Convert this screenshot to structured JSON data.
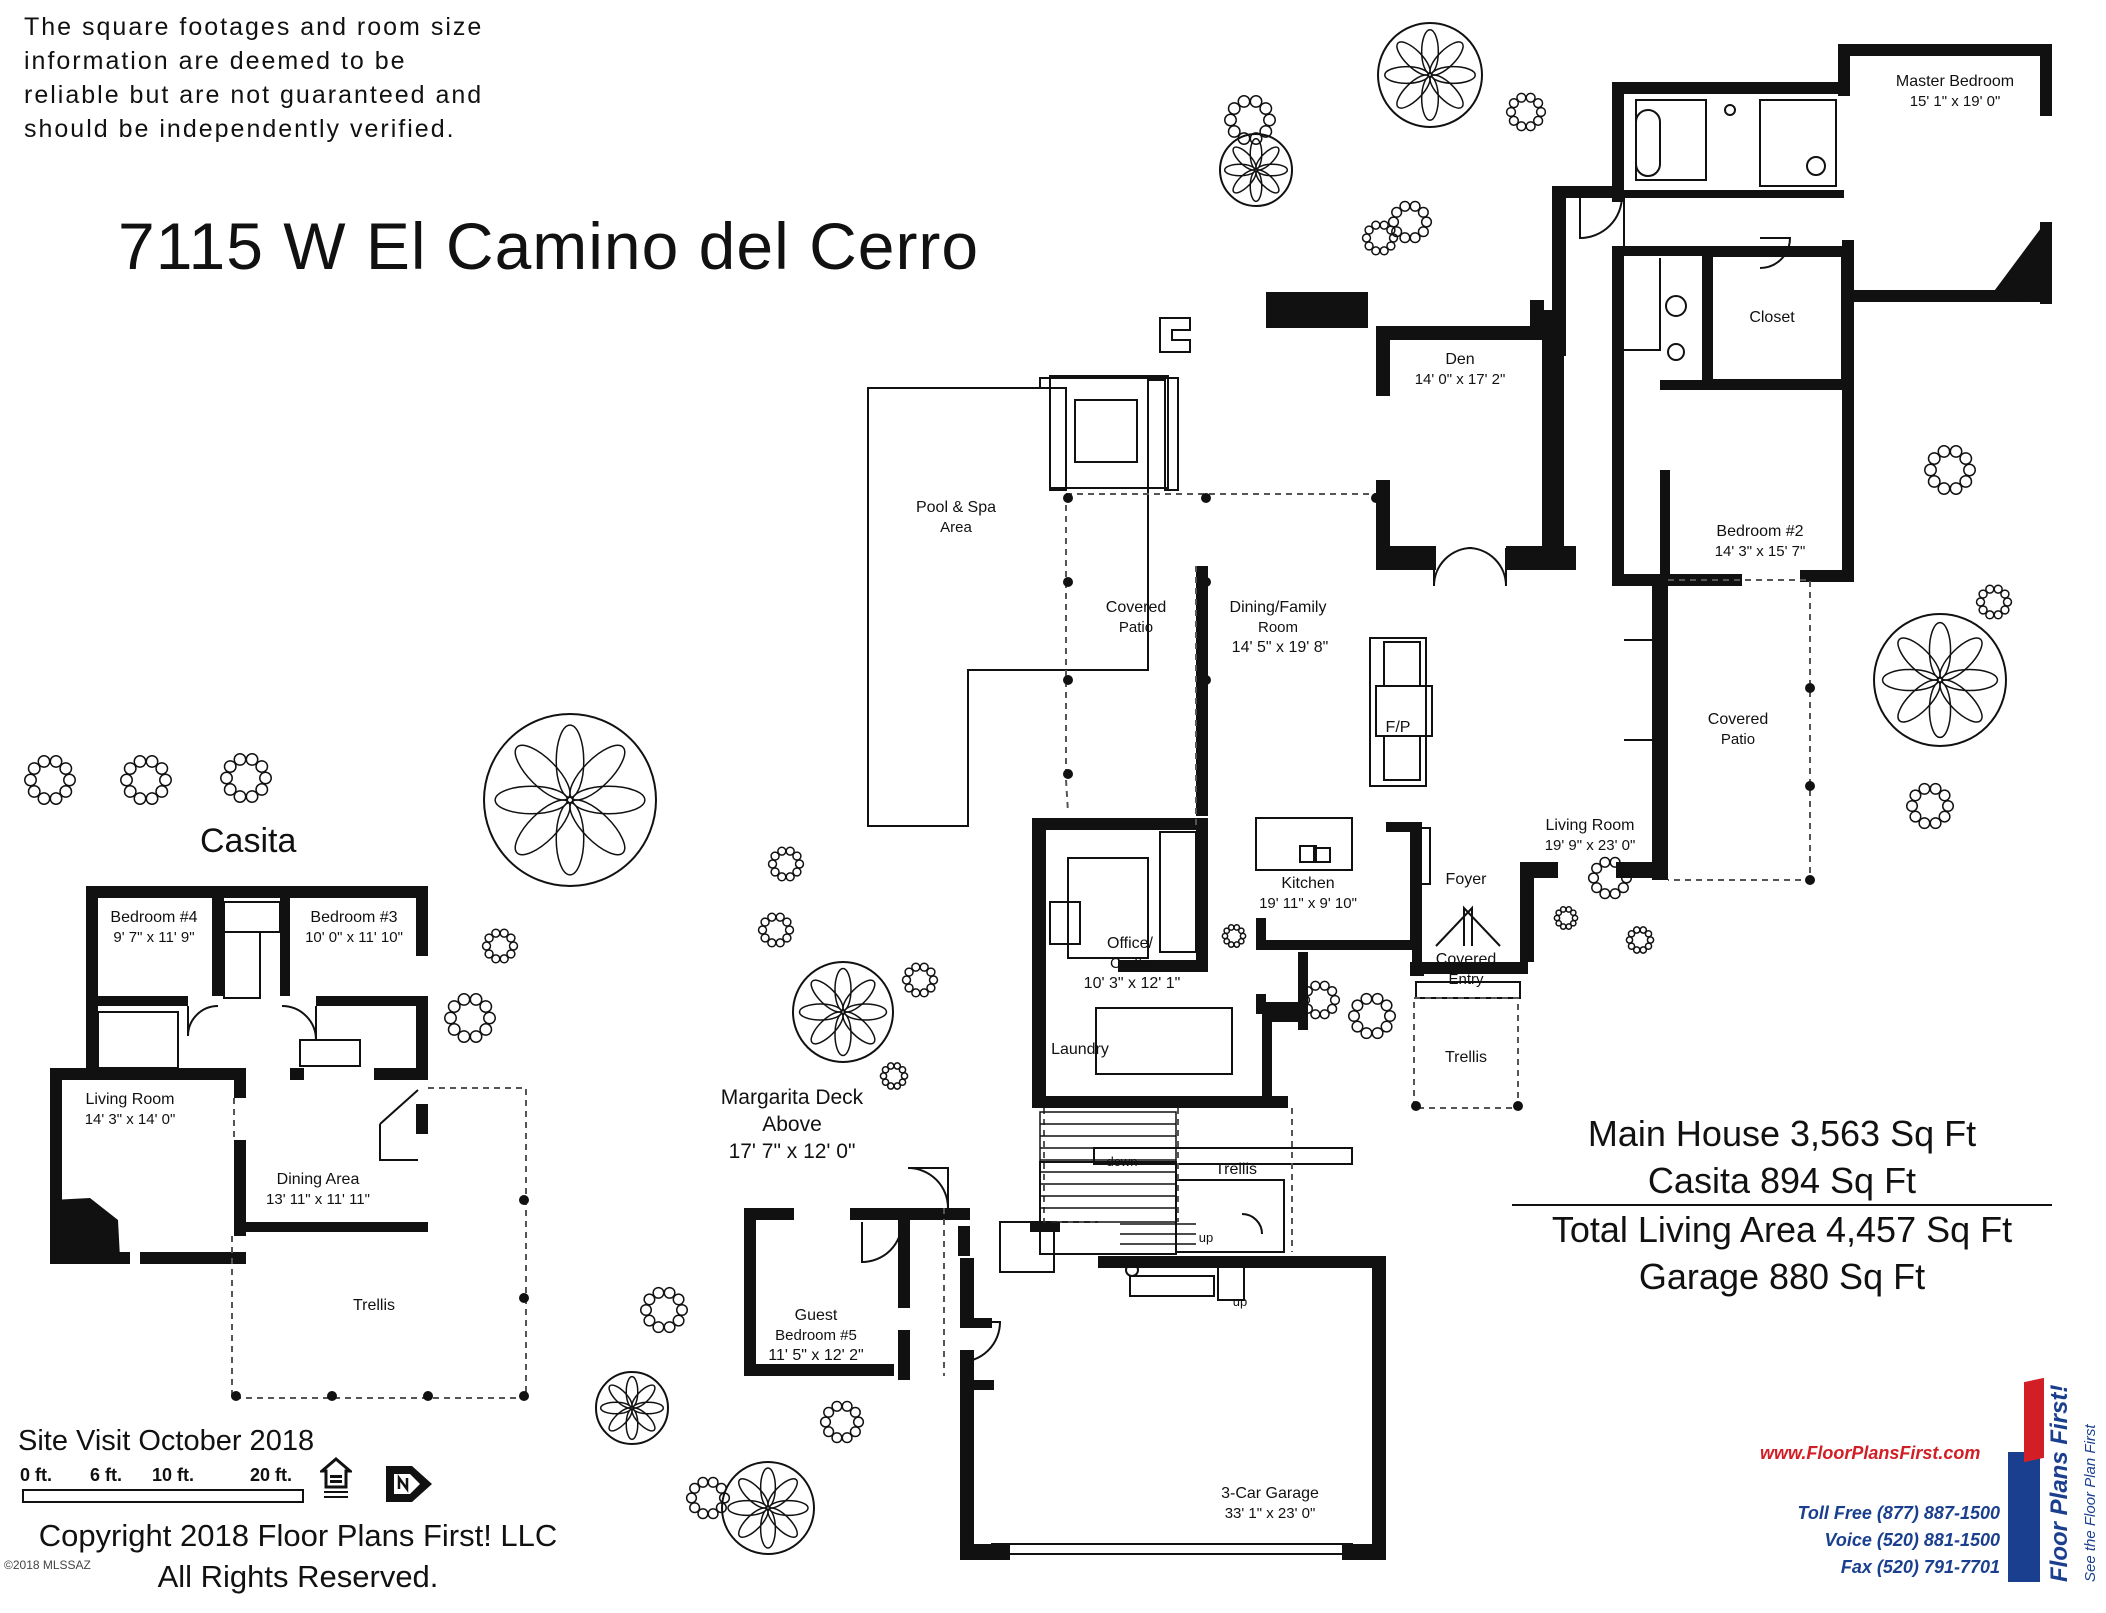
{
  "disclaimer": [
    "The square footages and room size",
    "information are deemed to be",
    "reliable but are not guaranteed and",
    "should be independently verified."
  ],
  "address": "7115 W El Camino del Cerro",
  "casita_title": "Casita",
  "rooms": [
    {
      "name": "Master Bedroom",
      "dims": "15' 1\" x 19' 0\""
    },
    {
      "name": "Closet",
      "dims": ""
    },
    {
      "name": "Den",
      "dims": "14' 0\" x 17' 2\""
    },
    {
      "name": "Pool & Spa",
      "dims": "Area"
    },
    {
      "name": "Bedroom #2",
      "dims": "14' 3\" x 15' 7\""
    },
    {
      "name": "Covered",
      "dims": "Patio"
    },
    {
      "name": "Dining/Family",
      "dims": "Room"
    },
    {
      "name": "14' 5\" x 19' 8\"",
      "dims": ""
    },
    {
      "name": "Covered",
      "dims": "Patio"
    },
    {
      "name": "F/P",
      "dims": ""
    },
    {
      "name": "Living Room",
      "dims": "19' 9\" x 23' 0\""
    },
    {
      "name": "Kitchen",
      "dims": "19' 11\" x 9' 10\""
    },
    {
      "name": "Foyer",
      "dims": ""
    },
    {
      "name": "Covered",
      "dims": "Entry"
    },
    {
      "name": "Trellis",
      "dims": ""
    },
    {
      "name": "Office/",
      "dims": "Crafts"
    },
    {
      "name": "10' 3\" x 12' 1\"",
      "dims": ""
    },
    {
      "name": "Laundry",
      "dims": ""
    },
    {
      "name": "Trellis",
      "dims": ""
    },
    {
      "name": "down",
      "dims": ""
    },
    {
      "name": "up",
      "dims": ""
    },
    {
      "name": "up",
      "dims": ""
    },
    {
      "name": "Guest",
      "dims": "Bedroom #5"
    },
    {
      "name": "11' 5\" x 12' 2\"",
      "dims": ""
    },
    {
      "name": "3-Car Garage",
      "dims": "33' 1\" x 23' 0\""
    },
    {
      "name": "Bedroom #4",
      "dims": "9' 7\" x 11' 9\""
    },
    {
      "name": "Bedroom #3",
      "dims": "10' 0\" x 11' 10\""
    },
    {
      "name": "Living Room",
      "dims": "14' 3\" x 14' 0\""
    },
    {
      "name": "Dining Area",
      "dims": "13' 11\" x 11' 11\""
    },
    {
      "name": "Trellis",
      "dims": ""
    }
  ],
  "deck": [
    "Margarita Deck",
    "Above",
    "17' 7\" x 12' 0\""
  ],
  "totals": {
    "main_house": "Main House 3,563 Sq Ft",
    "casita": "Casita 894 Sq Ft",
    "total_living": "Total Living Area 4,457 Sq Ft",
    "garage": "Garage 880 Sq Ft"
  },
  "site_visit": "Site Visit October 2018",
  "scale_labels": [
    "0 ft.",
    "6 ft.",
    "10 ft.",
    "20 ft."
  ],
  "copyright": [
    "Copyright 2018 Floor Plans First! LLC",
    "All Rights Reserved."
  ],
  "mls_mark": "©2018 MLSSAZ",
  "floorplans_first": {
    "url": "www.FloorPlansFirst.com",
    "toll_free": "Toll Free (877) 887-1500",
    "voice": "Voice (520) 881-1500",
    "fax": "Fax (520) 791-7701",
    "brand": "Floor Plans First!",
    "tagline": "See the Floor Plan First"
  },
  "icons": {
    "north": "north-arrow-icon",
    "eho": "equal-housing-opportunity-icon"
  }
}
